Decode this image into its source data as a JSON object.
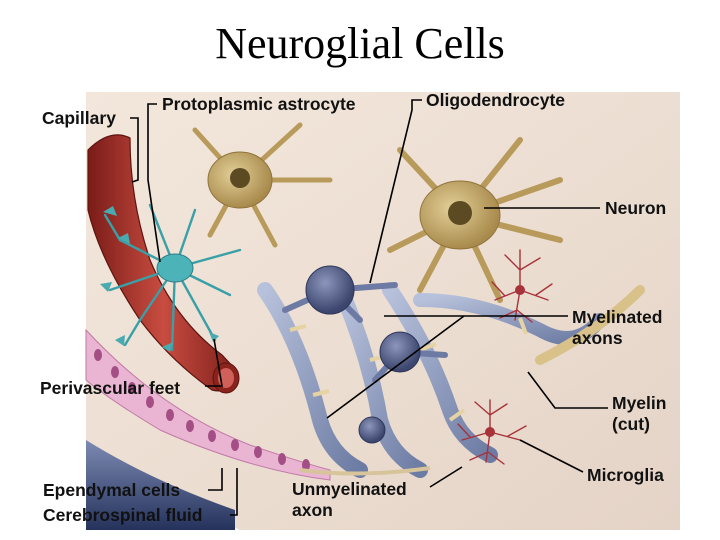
{
  "title": "Neuroglial Cells",
  "labels": {
    "capillary": "Capillary",
    "protoplasmic_astrocyte": "Protoplasmic astrocyte",
    "oligodendrocyte": "Oligodendrocyte",
    "neuron": "Neuron",
    "myelinated_axons_1": "Myelinated",
    "myelinated_axons_2": "axons",
    "perivascular_feet": "Perivascular feet",
    "myelin_cut_1": "Myelin",
    "myelin_cut_2": "(cut)",
    "microglia": "Microglia",
    "ependymal_cells": "Ependymal cells",
    "cerebrospinal_fluid": "Cerebrospinal fluid",
    "unmyelinated_axon_1": "Unmyelinated",
    "unmyelinated_axon_2": "axon"
  },
  "colors": {
    "capillary": "#b23a32",
    "astrocyte": "#3aa0a8",
    "neuron": "#c9ae6e",
    "oligodendrocyte": "#6d7aa3",
    "myelin": "#9aa7c7",
    "microglia": "#a8323a",
    "ependymal": "#d9a0c4",
    "csf": "#33477a"
  }
}
